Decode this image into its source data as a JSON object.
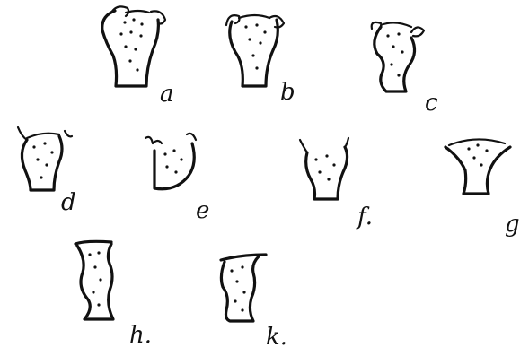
{
  "figure": {
    "labels": {
      "a": "a",
      "b": "b",
      "c": "c",
      "d": "d",
      "e": "e",
      "f": "f.",
      "g": "g",
      "h": "h.",
      "k": "k."
    }
  }
}
